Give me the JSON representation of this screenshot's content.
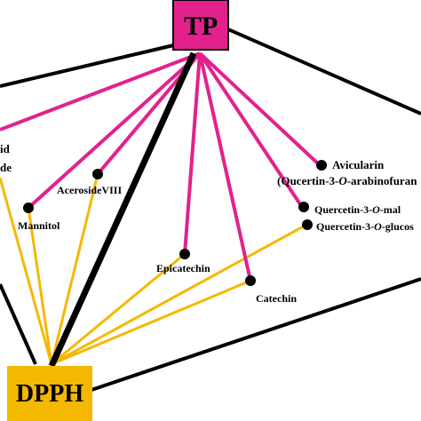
{
  "colors": {
    "background": "#ffffff",
    "tp_node": "#e2218f",
    "dpph_node": "#f4b800",
    "tp_edge": "#e2218f",
    "dpph_edge": "#f5b800",
    "main_edge": "#000000",
    "outline": "#000000",
    "dot": "#000000"
  },
  "nodes": {
    "tp": {
      "label": "TP"
    },
    "dpph": {
      "label": "DPPH"
    }
  },
  "compounds": {
    "partial_left_1": "id",
    "partial_left_2": "de",
    "aceroside": "AcerosideVIII",
    "mannitol": "Mannitol",
    "epicatechin": "Epicatechin",
    "catechin": "Catechin",
    "avicularin": "Avicularin",
    "avicularin_sub_open": "(Qucertin-3-",
    "avicularin_sub_italic": "O",
    "avicularin_sub_close": "-arabinofuran",
    "q_mal_pre": "Quercetin-3-",
    "q_mal_italic": "O",
    "q_mal_post": "-mal",
    "q_glu_pre": "Quercetin-3-",
    "q_glu_italic": "O",
    "q_glu_post": "-glucos"
  }
}
